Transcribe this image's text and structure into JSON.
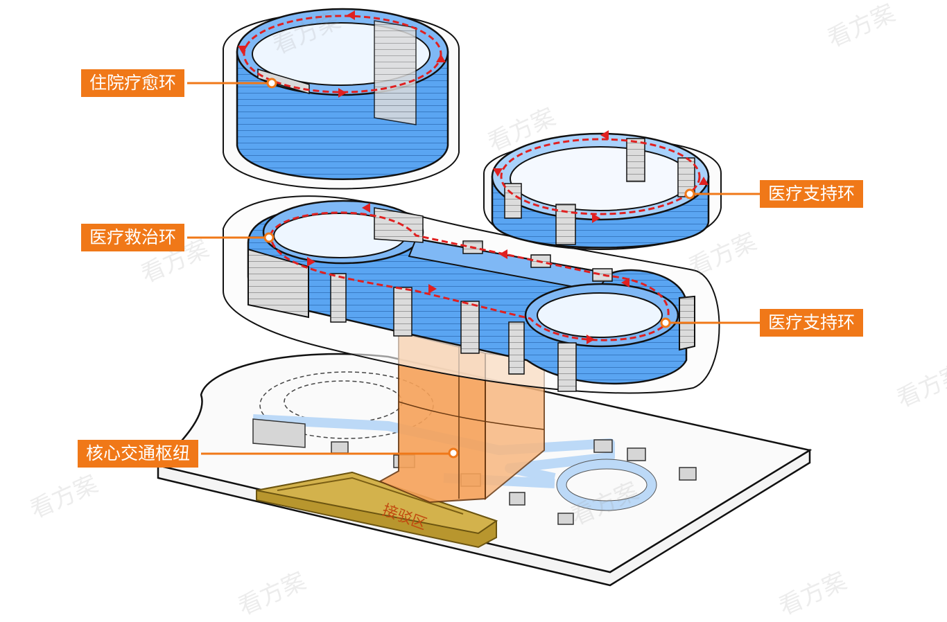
{
  "labels": {
    "inpatient": "住院疗愈环",
    "support_top": "医疗支持环",
    "treatment": "医疗救治环",
    "support_bottom": "医疗支持环",
    "core": "核心交通枢纽",
    "dropoff": "接驳区"
  },
  "watermark": "看方案",
  "colors": {
    "label_bg": "#f07818",
    "leader": "#f07818",
    "ring_blue": "#4f9cf0",
    "ring_blue_light": "#a9d2fb",
    "core_orange": "#f6a25a",
    "dropoff_gold": "#c9a53f",
    "arrow_red": "#e02020",
    "cap_grey": "#d9d9d9"
  }
}
